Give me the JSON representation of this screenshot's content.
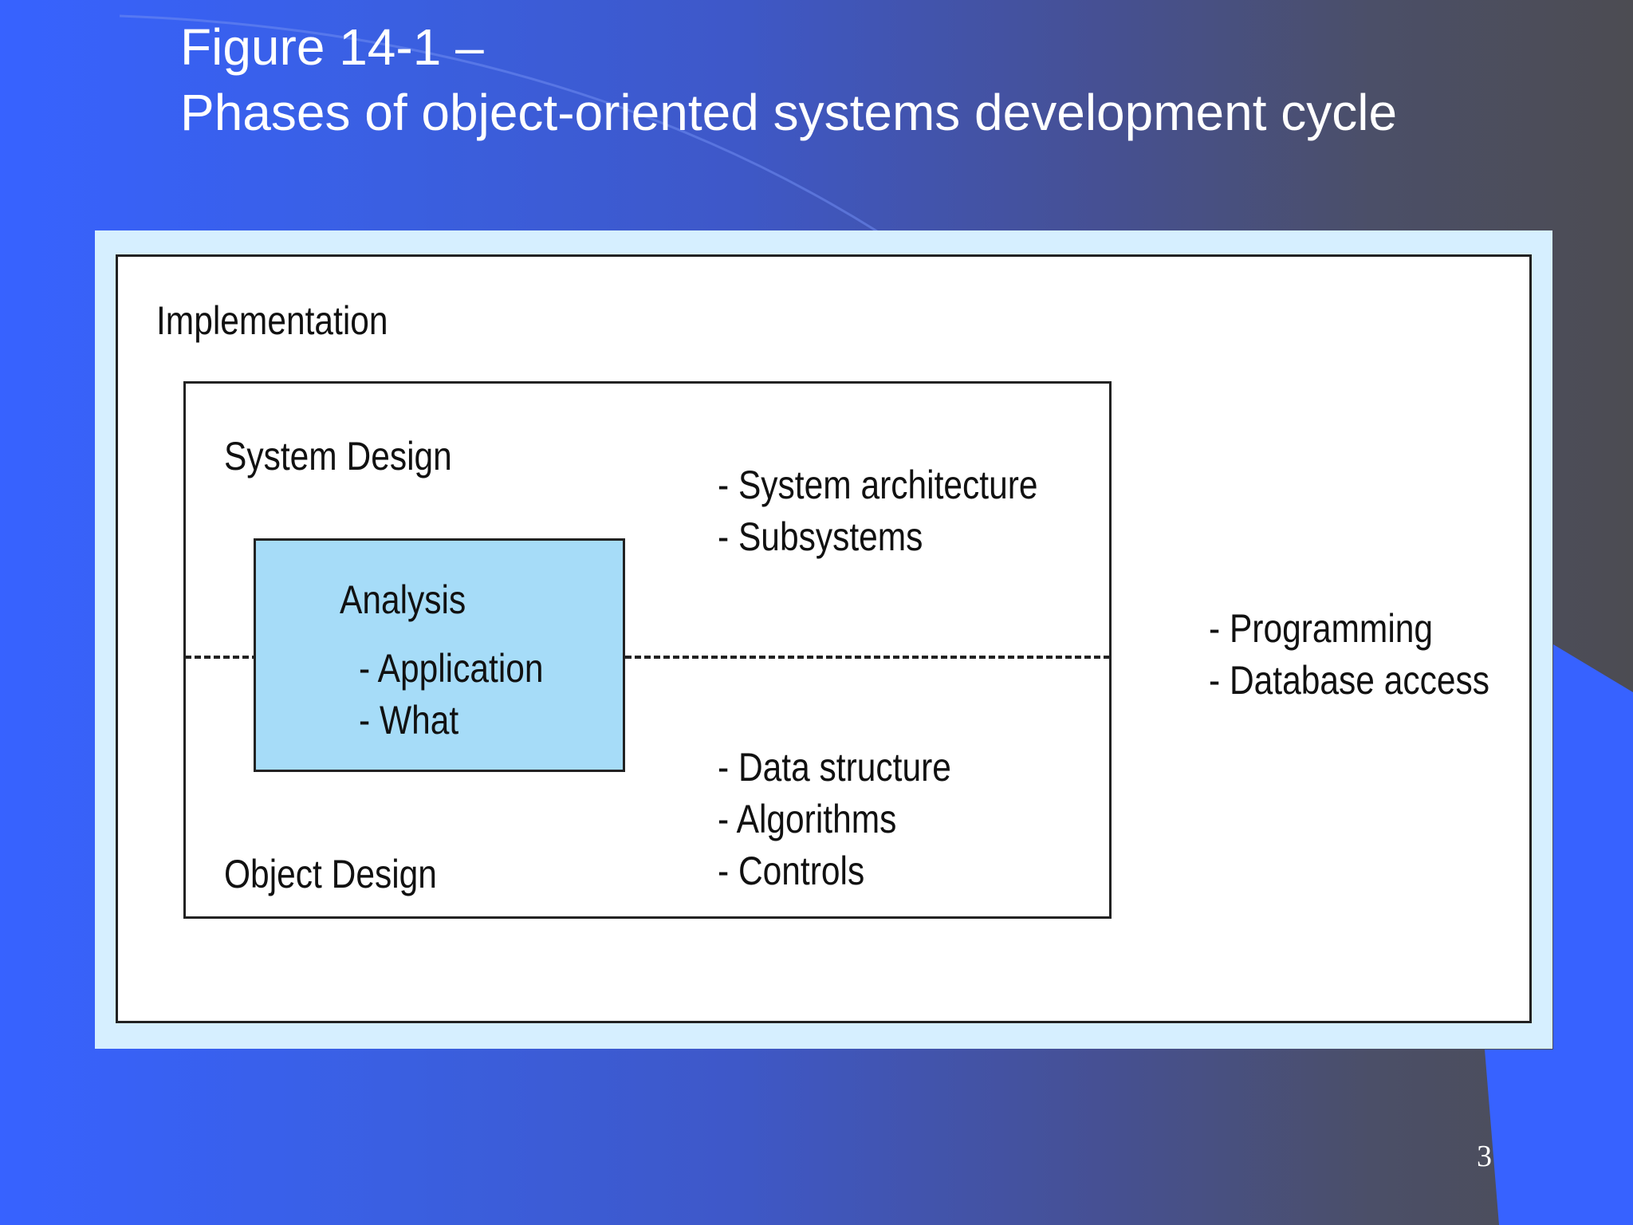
{
  "slide": {
    "title_line1": "Figure 14-1 –",
    "title_line2": "Phases of object-oriented systems development cycle",
    "page_number": "3"
  },
  "diagram": {
    "implementation_label": "Implementation",
    "system_design_label": "System Design",
    "object_design_label": "Object Design",
    "analysis": {
      "title": "Analysis",
      "items": [
        "- Application",
        "- What"
      ]
    },
    "system_design_items": [
      "- System architecture",
      "- Subsystems"
    ],
    "object_design_items": [
      "- Data structure",
      "- Algorithms",
      "- Controls"
    ],
    "implementation_items": [
      "- Programming",
      "- Database access"
    ]
  },
  "colors": {
    "analysis_fill": "#a6dcf8",
    "frame_fill": "#d6efff"
  }
}
